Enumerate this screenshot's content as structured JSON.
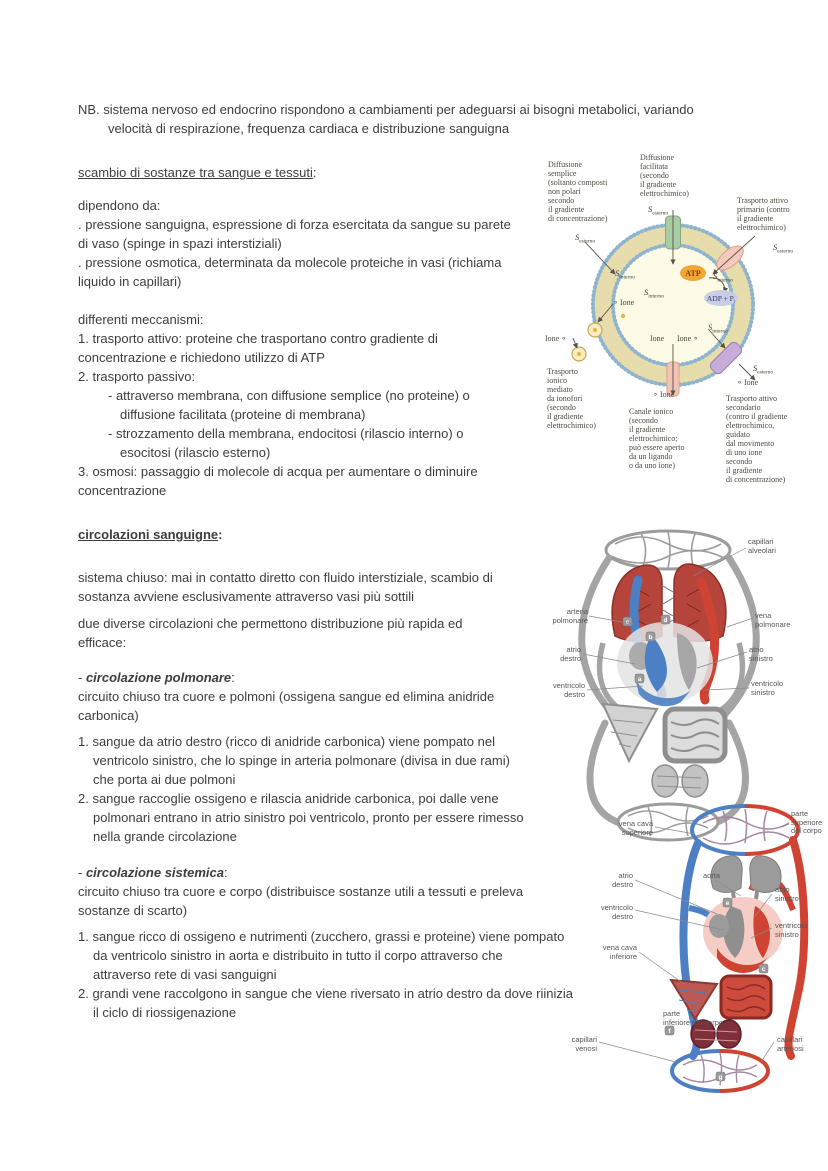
{
  "page": {
    "nb_note": "NB. sistema nervoso ed endocrino rispondono a cambiamenti per adeguarsi ai bisogni metabolici, variando\nvelocità di respirazione, frequenza cardiaca e distribuzione sanguigna",
    "section1": {
      "heading": "scambio di sostanze tra sangue e tessuti",
      "colon": ":",
      "intro_block": "dipendono da:\n. pressione sanguigna, espressione di forza esercitata da sangue su parete\ndi vaso (spinge in spazi interstiziali)\n. pressione osmotica, determinata da molecole proteiche in vasi (richiama\nliquido in capillari)",
      "mech_head_block": "differenti meccanismi:\n1. trasporto attivo: proteine che trasportano contro gradiente di\nconcentrazione e richiedono utilizzo di ATP\n2. trasporto passivo:",
      "mech_sub1": "- attraverso membrana, con diffusione semplice (no proteine) o\ndiffusione facilitata (proteine di membrana)",
      "mech_sub2": "- strozzamento della membrana, endocitosi (rilascio interno) o\nesocitosi (rilascio esterno)",
      "mech3": "3. osmosi: passaggio di molecole di acqua per aumentare o diminuire\nconcentrazione"
    },
    "section2": {
      "heading": "circolazioni sanguigne",
      "colon": ":",
      "p1": "sistema chiuso: mai in contatto diretto con fluido interstiziale, scambio di\nsostanza avviene esclusivamente attraverso vasi più sottili",
      "p2": "due diverse circolazioni che permettono distribuzione più rapida ed\nefficace:",
      "pulmonary": {
        "dash": "- ",
        "title": "circolazione polmonare",
        "colon": ":",
        "desc": "circuito chiuso tra cuore e polmoni (ossigena sangue ed elimina anidride\ncarbonica)",
        "item1": "1. sangue da atrio destro (ricco di anidride carbonica) viene pompato nel\nventricolo sinistro, che lo spinge in arteria polmonare (divisa in due rami)\nche porta ai due polmoni",
        "item2": "2. sangue raccoglie ossigeno e rilascia anidride carbonica, poi dalle vene\npolmonari entrano in atrio sinistro poi ventricolo, pronto per essere rimesso\nnella grande circolazione"
      },
      "systemic": {
        "dash": "- ",
        "title": "circolazione sistemica",
        "colon": ":",
        "desc": "circuito chiuso tra cuore e corpo (distribuisce sostanze utili a tessuti e preleva\nsostanze di scarto)",
        "item1": "1. sangue ricco di ossigeno e nutrimenti (zucchero, grassi e proteine) viene pompato\nda ventricolo sinistro in aorta e distribuito in tutto il corpo attraverso che\nattraverso rete di vasi sanguigni",
        "item2": "2. grandi vene raccolgono in sangue che viene riversato in atrio destro da dove riinizia\nil ciclo di riossigenazione"
      }
    }
  },
  "membrane_diagram": {
    "labels": {
      "diffusione_semplice": "Diffusione\nsemplice\n(soltanto composti\nnon polari\nsecondo\nil gradiente\ndi concentrazione)",
      "diffusione_facilitata": "Diffusione\nfacilitata\n(secondo\nil gradiente\nelettrochimico)",
      "trasporto_attivo_primario": "Trasporto attivo\nprimario (contro\nil gradiente\nelettrochimico)",
      "trasporto_ionico": "Trasporto\nionico\nmediato\nda ionofori\n(secondo\nil gradiente\nelettrochimico)",
      "canale_ionico": "Canale ionico\n(secondo\nil gradiente\nelettrochimico;\npuò essere aperto\nda un ligando\no da uno ione)",
      "trasporto_attivo_secondario": "Trasporto attivo\nsecondario\n(contro il gradiente\nelettrochimico,\nguidato\ndal movimento\ndi uno ione\nsecondo\nil gradiente\ndi concentrazione)"
    },
    "s": "S",
    "esterno": "esterno",
    "interno": "interno",
    "atp": "ATP",
    "adp": "ADP + P",
    "adp_sub": "i",
    "ione": "Ione",
    "ione_dot_pre": "∘ Ione",
    "ione_dot_post": "Ione ∘",
    "colors": {
      "membrane_ring": "#e7dcab",
      "cytoplasm": "#fdfbe6",
      "lipid_heads": "#8fb4ce",
      "facilitated_channel": "#a9cca3",
      "primary_active_pump": "#f4c8ba",
      "ion_channel": "#f2c4b4",
      "secondary_active_pump": "#c7abd8",
      "ionophore": "#f7ecc4",
      "atp_badge": "#f0a737",
      "adp_badge": "#c9cee4"
    }
  },
  "circulation_diagram": {
    "pulmonary": {
      "labels": {
        "capillari_alveolari": "capillari\nalveolari",
        "arteria_polmonare": "arteria\npolmonare",
        "vena_polmonare": "vena\npolmonare",
        "atrio_destro": "atrio\ndestro",
        "atrio_sinistro": "atrio\nsinistro",
        "ventricolo_destro": "ventricolo\ndestro",
        "ventricolo_sinistro": "ventricolo\nsinistro"
      },
      "markers": {
        "a": "a",
        "b": "b",
        "c": "c",
        "d": "d"
      }
    },
    "systemic": {
      "labels": {
        "vena_cava_superiore": "vena cava\nsuperiore",
        "parte_superiore_del_corpo": "parte\nsuperiore\ndel corpo",
        "atrio_destro": "atrio\ndestro",
        "aorta": "aorta",
        "atrio_sinistro": "atrio\nsinistro",
        "ventricolo_destro": "ventricolo\ndestro",
        "ventricolo_sinistro": "ventricolo\nsinistro",
        "vena_cava_inferiore": "vena cava\ninferiore",
        "parte_inferiore_del_corpo": "parte\ninferiore del corpo",
        "capillari_venosi": "capillari\nvenosi",
        "capillari_arteriosi": "capillari\narteriosi"
      },
      "markers": {
        "e": "e",
        "c": "c",
        "f": "f",
        "g": "g"
      }
    },
    "colors": {
      "oxygenated_blood": "#cf4333",
      "deoxygenated_blood": "#4d7fc4",
      "inactive_gray": "#9c9c9c"
    }
  }
}
